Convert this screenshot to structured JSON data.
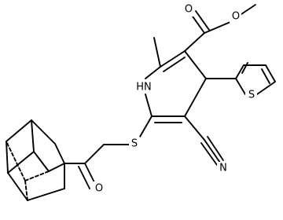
{
  "atoms": {
    "nh": "HN",
    "s_thioether": "S",
    "s_thiophene": "S",
    "n_nitrile": "N",
    "o_ketone": "O",
    "o_ester_carbonyl": "O",
    "o_ester_methoxy": "O"
  },
  "colors": {
    "bond": "#000000",
    "text": "#000000",
    "background": "#ffffff"
  }
}
